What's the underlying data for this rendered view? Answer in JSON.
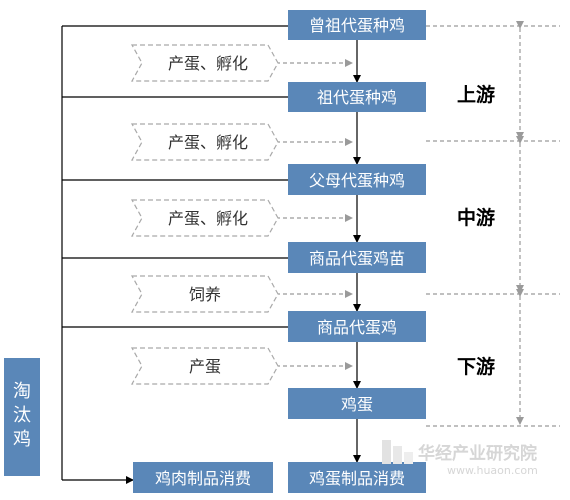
{
  "nodes": {
    "great_grandparent": "曾祖代蛋种鸡",
    "grandparent": "祖代蛋种鸡",
    "parent": "父母代蛋种鸡",
    "commercial_chick": "商品代蛋鸡苗",
    "commercial_hen": "商品代蛋鸡",
    "egg": "鸡蛋",
    "egg_products": "鸡蛋制品消费",
    "meat_products": "鸡肉制品消费"
  },
  "processes": {
    "p1": "产蛋、孵化",
    "p2": "产蛋、孵化",
    "p3": "产蛋、孵化",
    "p4": "饲养",
    "p5": "产蛋"
  },
  "stages": {
    "upstream": "上游",
    "midstream": "中游",
    "downstream": "下游"
  },
  "side_label": [
    "淘",
    "汰",
    "鸡"
  ],
  "watermark": {
    "name": "华经产业研究院",
    "url": "www.huaon.com"
  },
  "colors": {
    "node_fill": "#5a87b8",
    "side_fill": "#5a87b8"
  }
}
